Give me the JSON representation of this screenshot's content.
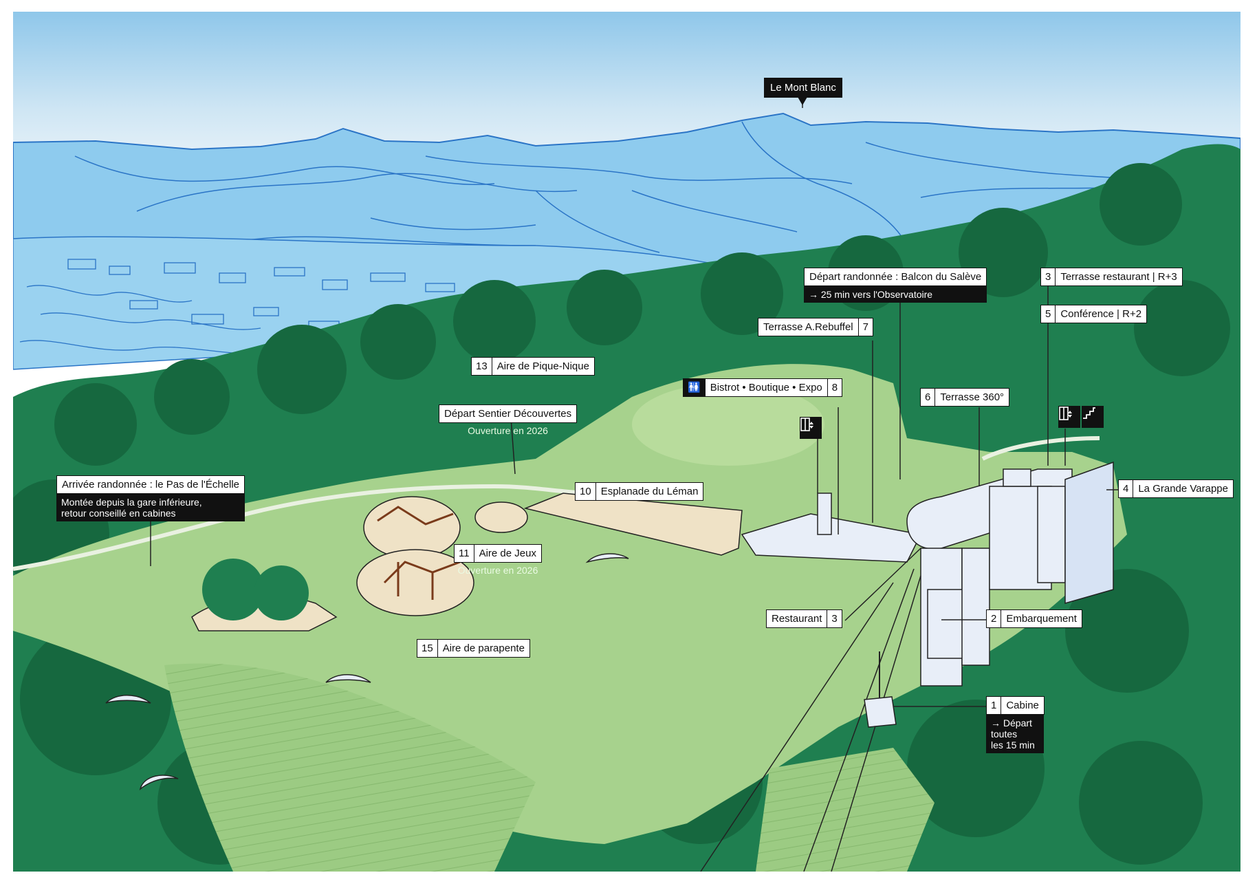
{
  "title_peak": "Le Mont Blanc",
  "colors": {
    "sky_top": "#8fc7ea",
    "sky_bottom": "#f4f8fb",
    "mountains": "#8ecbee",
    "mountain_lines": "#2a74c6",
    "forest": "#1f7f50",
    "forest_dark": "#16683f",
    "meadow": "#a7d28d",
    "sand": "#efe2c6",
    "building": "#e8eef8",
    "label_dark": "#111111"
  },
  "labels": {
    "pas_echelle": {
      "title": "Arrivée randonnée : le Pas de l'Échelle",
      "sub1": "Montée depuis la gare inférieure,",
      "sub2": "retour conseillé en cabines"
    },
    "pique_nique": {
      "num": "13",
      "text": "Aire de Pique-Nique"
    },
    "sentier": {
      "text": "Départ Sentier Découvertes",
      "note": "Ouverture en 2026"
    },
    "esplanade": {
      "num": "10",
      "text": "Esplanade du Léman"
    },
    "jeux": {
      "num": "11",
      "text": "Aire de Jeux",
      "note": "Ouverture en 2026"
    },
    "parapente": {
      "num": "15",
      "text": "Aire de parapente"
    },
    "bistrot": {
      "num": "8",
      "text": "Bistrot • Boutique • Expo"
    },
    "rebuffel": {
      "num": "7",
      "text": "Terrasse A.Rebuffel"
    },
    "balcon": {
      "title": "Départ randonnée : Balcon du Salève",
      "sub": "→ 25 min vers l'Observatoire"
    },
    "terrasse_restaurant": {
      "num": "3",
      "text": "Terrasse restaurant | R+3"
    },
    "conference": {
      "num": "5",
      "text": "Conférence | R+2"
    },
    "terrasse360": {
      "num": "6",
      "text": "Terrasse  360°"
    },
    "varappe": {
      "num": "4",
      "text": "La Grande Varappe"
    },
    "restaurant": {
      "num": "3",
      "text": "Restaurant"
    },
    "embarquement": {
      "num": "2",
      "text": "Embarquement"
    },
    "cabine": {
      "num": "1",
      "text": "Cabine",
      "sub1": "→ Départ",
      "sub2": "toutes",
      "sub3": "les 15 min"
    }
  },
  "icons": [
    "elevator-icon",
    "stairs-icon",
    "toilets-icon"
  ]
}
